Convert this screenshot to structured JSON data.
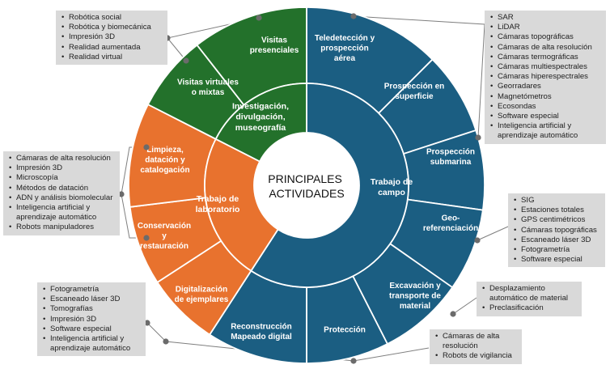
{
  "center": {
    "line1": "PRINCIPALES",
    "line2": "ACTIVIDADES"
  },
  "inner_ring": {
    "trabajo_campo": [
      "Trabajo de",
      "campo"
    ],
    "trabajo_laboratorio": [
      "Trabajo de",
      "laboratorio"
    ],
    "investigacion": [
      "Investigación,",
      "divulgación,",
      "museografía"
    ]
  },
  "outer_ring": {
    "teledeteccion": [
      "Teledetección y",
      "prospección",
      "aérea"
    ],
    "prospeccion_superficie": [
      "Prospección en",
      "superficie"
    ],
    "prospeccion_submarina": [
      "Prospección",
      "submarina"
    ],
    "georreferenciacion": [
      "Geo-",
      "referenciación"
    ],
    "excavacion": [
      "Excavación y",
      "transporte de",
      "material"
    ],
    "proteccion": [
      "Protección"
    ],
    "reconstruccion": [
      "Reconstrucción",
      "Mapeado digital"
    ],
    "digitalizacion": [
      "Digitalización",
      "de ejemplares"
    ],
    "conservacion": [
      "Conservación",
      "y",
      "restauración"
    ],
    "limpieza": [
      "Limpieza,",
      "datación y",
      "catalogación"
    ],
    "visitas_virtuales": [
      "Visitas virtuales",
      "o mixtas"
    ],
    "visitas_presenciales": [
      "Visitas",
      "presenciales"
    ]
  },
  "lists": {
    "visitas": [
      "Robótica social",
      "Robótica y biomecánica",
      "Impresión 3D",
      "Realidad aumentada",
      "Realidad virtual"
    ],
    "teledeteccion": [
      "SAR",
      "LiDAR",
      "Cámaras topográficas",
      "Cámaras de alta resolución",
      "Cámaras termográficas",
      "Cámaras multiespectrales",
      "Cámaras hiperespectrales",
      "Georradares",
      "Magnetómetros",
      "Ecosondas",
      "Software especial",
      "Inteligencia artificial y aprendizaje automático"
    ],
    "laboratorio": [
      "Cámaras de alta resolución",
      "Impresión 3D",
      "Microscopía",
      "Métodos de datación",
      "ADN y análisis biomolecular",
      "Inteligencia artificial y aprendizaje automático",
      "Robots manipuladores"
    ],
    "georreferenciacion": [
      "SIG",
      "Estaciones totales",
      "GPS centimétricos",
      "Cámaras topográficas",
      "Escaneado láser 3D",
      "Fotogrametría",
      "Software especial"
    ],
    "digitalizacion": [
      "Fotogrametría",
      "Escaneado láser 3D",
      "Tomografías",
      "Impresión 3D",
      "Software especial",
      "Inteligencia artificial y aprendizaje automático"
    ],
    "excavacion": [
      "Desplazamiento automático de material",
      "Preclasificación"
    ],
    "proteccion": [
      "Cámaras de alta resolución",
      "Robots de vigilancia"
    ]
  },
  "colors": {
    "campo": "#1b5e82",
    "laboratorio": "#e8722e",
    "investigacion": "#23712b",
    "box": "#d9d9d9"
  }
}
